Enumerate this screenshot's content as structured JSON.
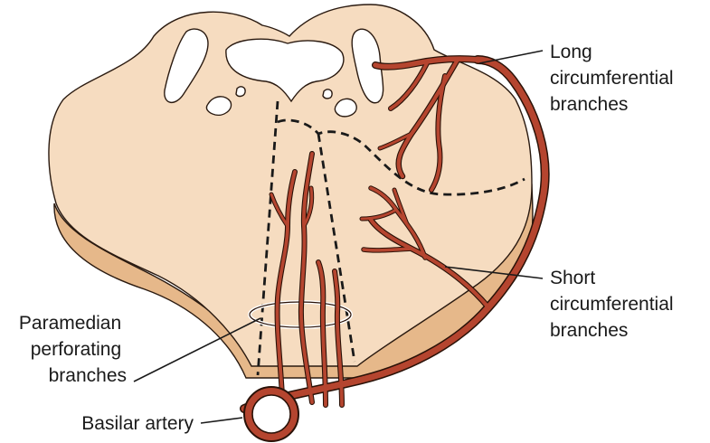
{
  "labels": {
    "long_circumferential": [
      "Long",
      "circumferential",
      "branches"
    ],
    "short_circumferential": [
      "Short",
      "circumferential",
      "branches"
    ],
    "paramedian": [
      "Paramedian",
      "perforating",
      "branches"
    ],
    "basilar": "Basilar artery"
  },
  "colors": {
    "tissue": "#f6dcc0",
    "tissue_edge": "#dcae7e",
    "artery": "#b5452f",
    "artery_outline": "#2a1208",
    "text": "#1a1a1a"
  }
}
